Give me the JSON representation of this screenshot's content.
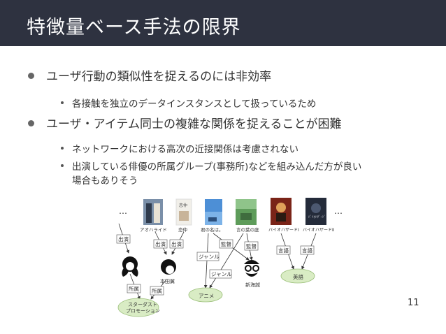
{
  "slide": {
    "title": "特徴量ベース手法の限界",
    "bullets": [
      {
        "text": "ユーザ行動の類似性を捉えるのには非効率",
        "sub": [
          "各接触を独立のデータインスタンスとして扱っているため"
        ]
      },
      {
        "text": "ユーザ・アイテム同士の複雑な関係を捉えることが困難",
        "sub": [
          "ネットワークにおける高次の近接関係は考慮されない",
          "出演している俳優の所属グループ(事務所)などを組み込んだ方が良い",
          "場合もありそう"
        ]
      }
    ],
    "page_number": "11"
  },
  "diagram": {
    "ellipsis": "…",
    "posters": [
      "アオハライド",
      "恋仲",
      "君の名は。",
      "言の葉の庭",
      "バイオハザードⅠ",
      "バイオハザードⅡ"
    ],
    "persons": [
      "本田翼",
      "新海誠"
    ],
    "nodes": {
      "agency": "スターダスト\nプロモーション",
      "anime": "アニメ",
      "english": "英語"
    },
    "labels": {
      "cast": "出演",
      "belongs": "所属",
      "director": "監督",
      "genre": "ジャンル",
      "language": "言語"
    },
    "colors": {
      "node_fill": "#d9ecc4",
      "node_stroke": "#9bbf7a",
      "title_bar": "#2e3240"
    }
  }
}
